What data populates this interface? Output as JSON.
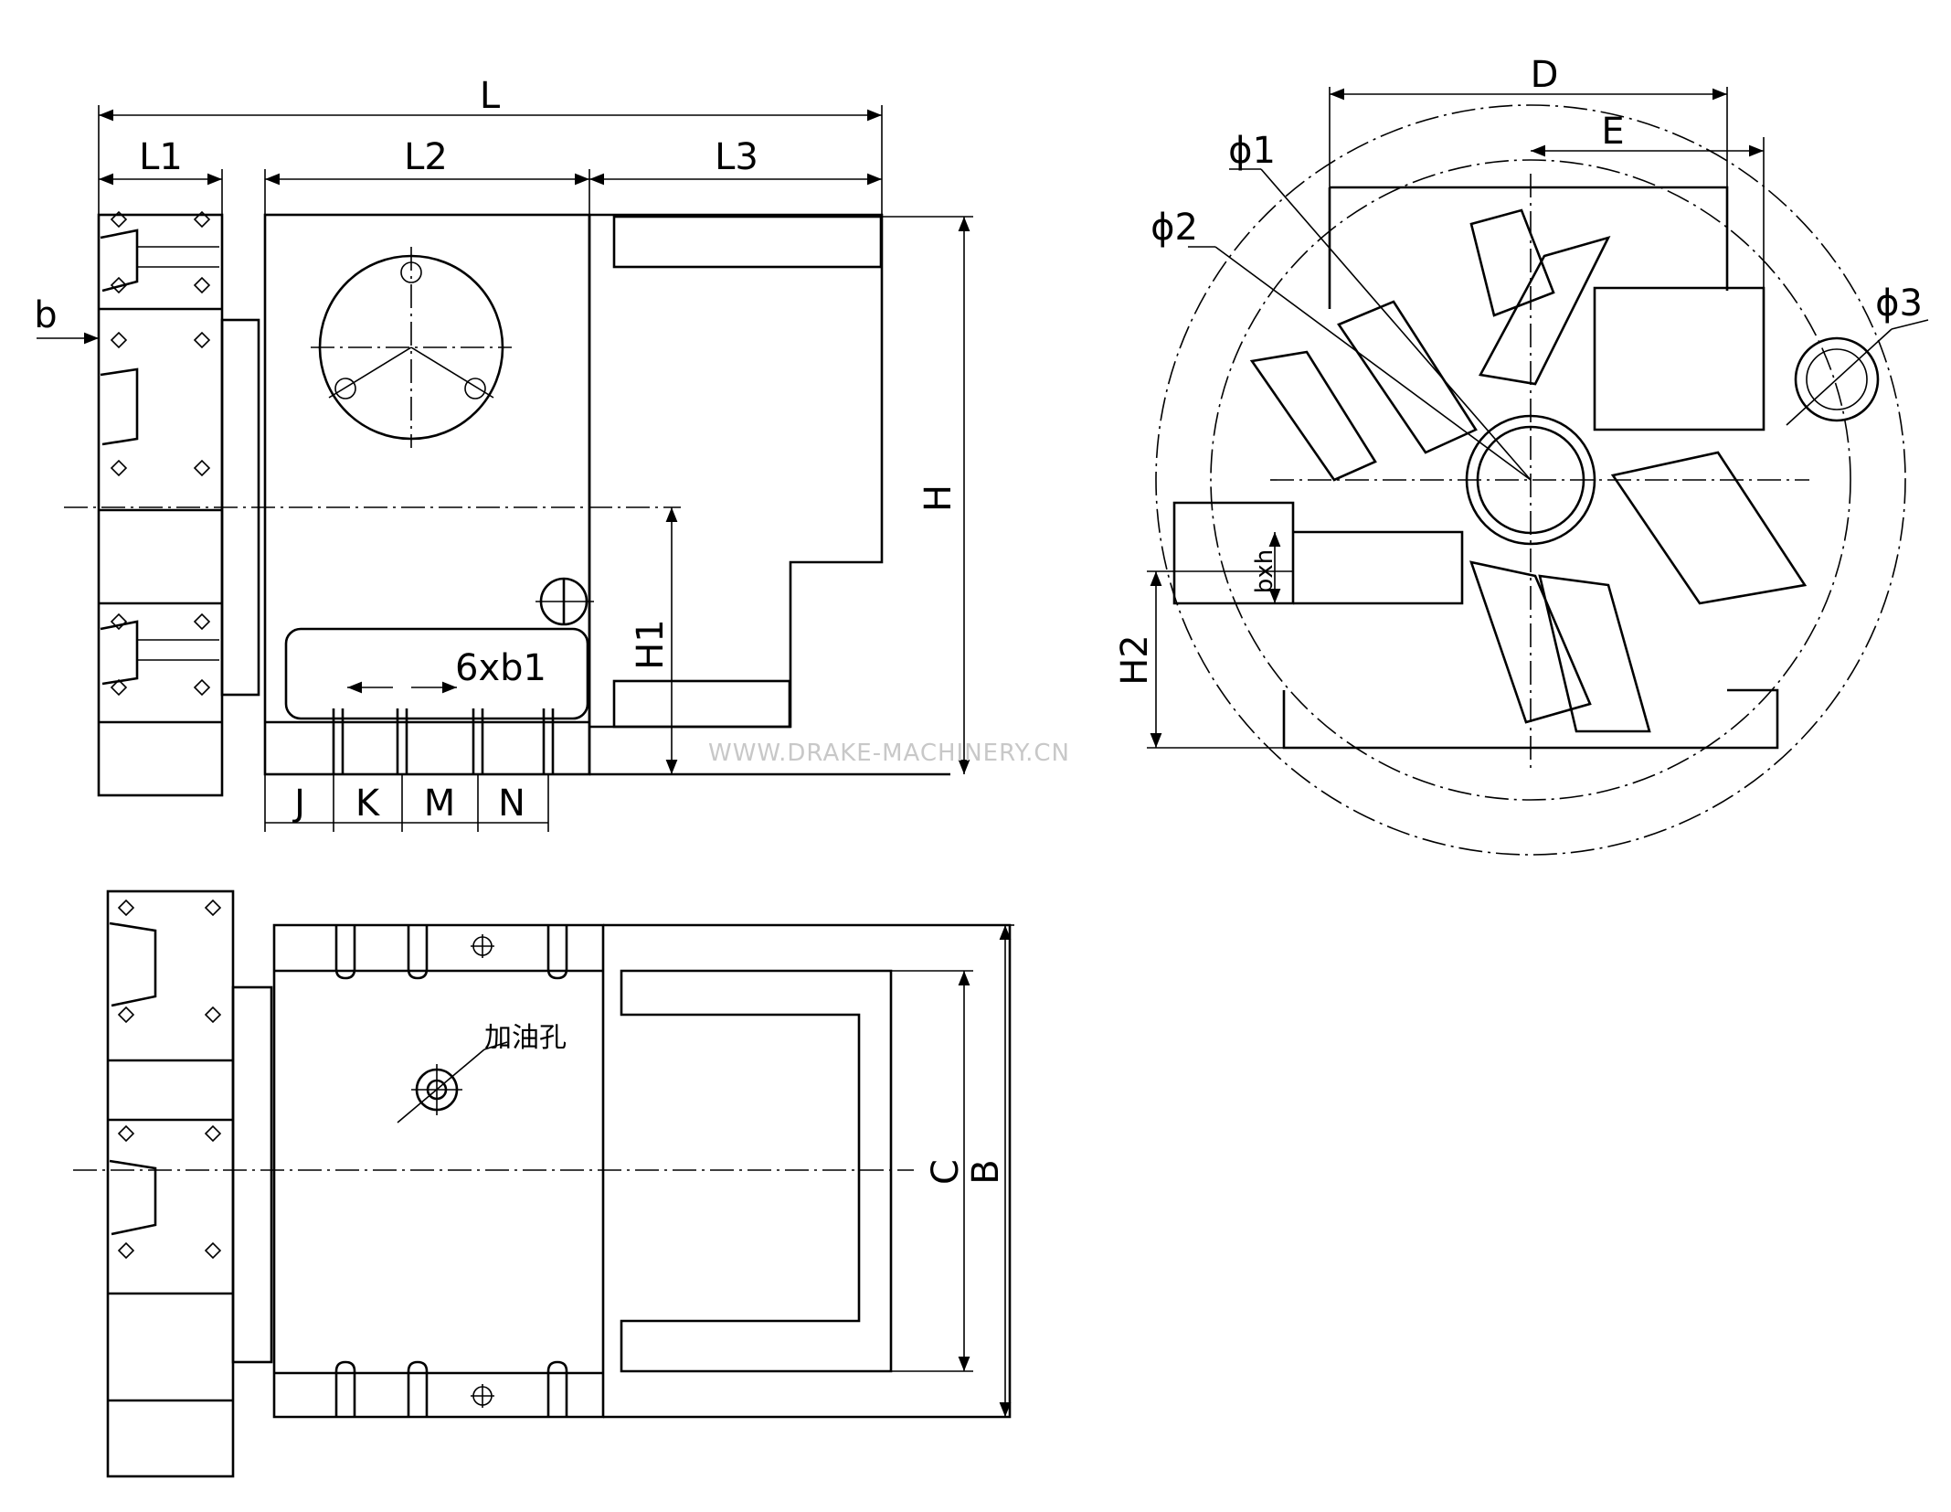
{
  "labels": {
    "L": "L",
    "L1": "L1",
    "L2": "L2",
    "L3": "L3",
    "b": "b",
    "H": "H",
    "H1": "H1",
    "b1": "6xb1",
    "J": "J",
    "K": "K",
    "M": "M",
    "N": "N",
    "B": "B",
    "C": "C",
    "oil_hole": "加油孔",
    "D": "D",
    "E": "E",
    "phi1": "ϕ1",
    "phi2": "ϕ2",
    "phi3": "ϕ3",
    "H2": "H2",
    "bxh": "bxh"
  },
  "watermark": "WWW.DRAKE-MACHINERY.CN",
  "colors": {
    "line": "#000000",
    "background": "#ffffff",
    "watermark": "#c8c8c8"
  }
}
